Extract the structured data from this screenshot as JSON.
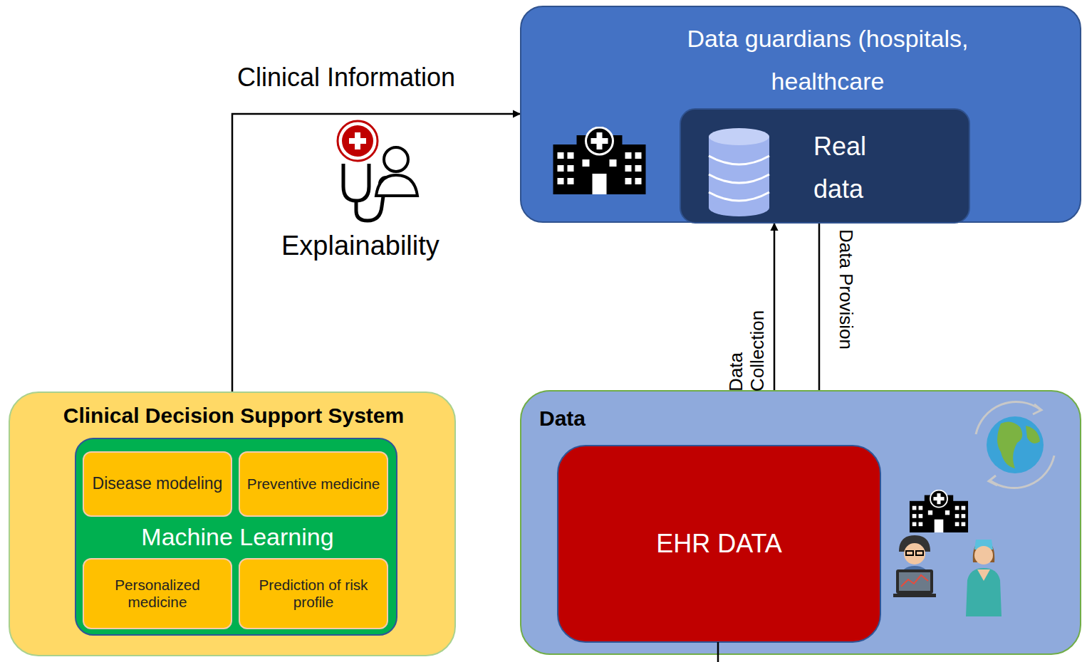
{
  "diagram": {
    "nodes": [
      {
        "text": [
          "Data guardians (hospitals, healthcare"
        ]
      },
      {
        "text": [
          "Real data"
        ],
        "in": 0
      },
      {
        "text": [
          "Clinical Decision Support System"
        ]
      },
      {
        "text": [
          "Machine Learning"
        ],
        "in": 2
      },
      {
        "text": [
          "Disease modeling"
        ],
        "in": 3
      },
      {
        "text": [
          "Preventive medicine"
        ],
        "in": 3
      },
      {
        "text": [
          "Personalized medicine"
        ],
        "in": 3
      },
      {
        "text": [
          "Prediction of risk profile"
        ],
        "in": 3
      },
      {
        "text": [
          "Data"
        ]
      },
      {
        "text": [
          "EHR DATA"
        ],
        "in": 8
      }
    ],
    "edges": [
      {
        "from": 2,
        "to": 0,
        "label": "Clinical Information",
        "arrow": "to"
      },
      {
        "from": 9,
        "to": 1,
        "label": "Data Collection",
        "arrow": "to"
      },
      {
        "from": 1,
        "to": 9,
        "label": "Data Provision",
        "arrow": "to"
      }
    ],
    "labels": [
      "Explainability"
    ]
  }
}
